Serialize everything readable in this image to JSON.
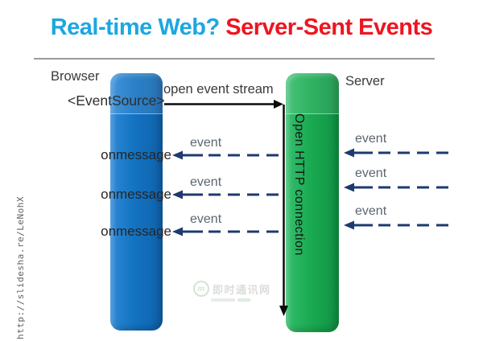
{
  "title": {
    "part1": "Real-time Web?",
    "part2": "Server-Sent Events"
  },
  "colors": {
    "title-blue": "#1ca7e2",
    "title-red": "#ee1520",
    "browser-bar": "#1373c2",
    "server-bar": "#1aab52",
    "arrow-navy": "#1e3a6e"
  },
  "labels": {
    "browser": "Browser",
    "server": "Server",
    "eventsource": "<EventSource>",
    "open_stream": "open event stream",
    "http_connection": "Open HTTP connection"
  },
  "left_rows": [
    {
      "event": "event",
      "handler": "onmessage"
    },
    {
      "event": "event",
      "handler": "onmessage"
    },
    {
      "event": "event",
      "handler": "onmessage"
    }
  ],
  "right_rows": [
    {
      "event": "event"
    },
    {
      "event": "event"
    },
    {
      "event": "event"
    }
  ],
  "watermark": {
    "logo": "m",
    "text": "即时通讯网"
  },
  "source_url": "http://slidesha.re/LeNohX"
}
